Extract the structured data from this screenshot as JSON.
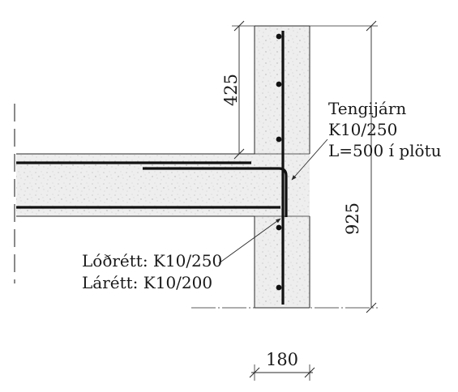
{
  "dimensions": {
    "wall_upper_height": "425",
    "wall_total_height": "925",
    "wall_thickness": "180"
  },
  "labels": {
    "connector": {
      "line1": "Tengijárn",
      "line2": "K10/250",
      "line3": "L=500 í plötu"
    },
    "wall_rebar": {
      "vertical": "Lóðrétt: K10/250",
      "horizontal": "Lárétt: K10/200"
    }
  },
  "colors": {
    "rebar": "#111111",
    "line": "#2a2a2a",
    "concrete_fill": "#eeeeee",
    "concrete_speckle": "#b8b8b8"
  }
}
